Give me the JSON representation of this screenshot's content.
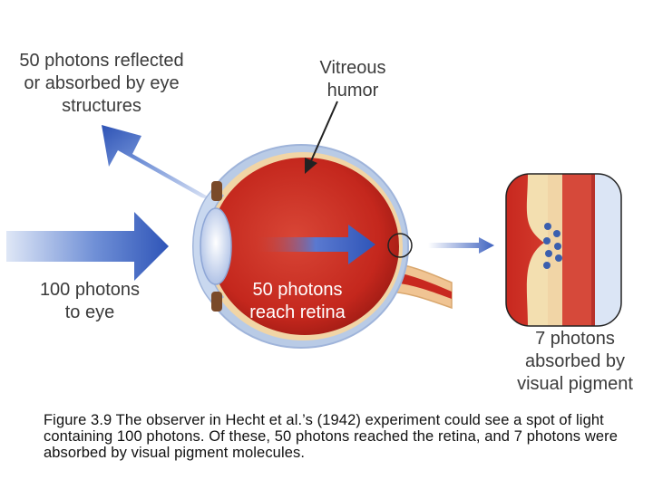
{
  "labels": {
    "reflected": "50 photons reflected\nor absorbed by eye\nstructures",
    "vitreous": "Vitreous\nhumor",
    "incoming": "100 photons\nto eye",
    "retina": "50 photons\nreach retina",
    "absorbed": "7 photons\nabsorbed by\nvisual pigment"
  },
  "caption": "Figure 3.9 The observer in Hecht et al.’s (1942) experiment could see a spot of light containing 100 photons.  Of these, 50 photons reached the retina, and 7 photons were absorbed by visual pigment molecules.",
  "colors": {
    "arrow_blue": "#3f63c0",
    "eyeball_red": "#c8281f",
    "sclera_blue": "#b9cbe6",
    "pigment_dots": "#3b5fae"
  }
}
